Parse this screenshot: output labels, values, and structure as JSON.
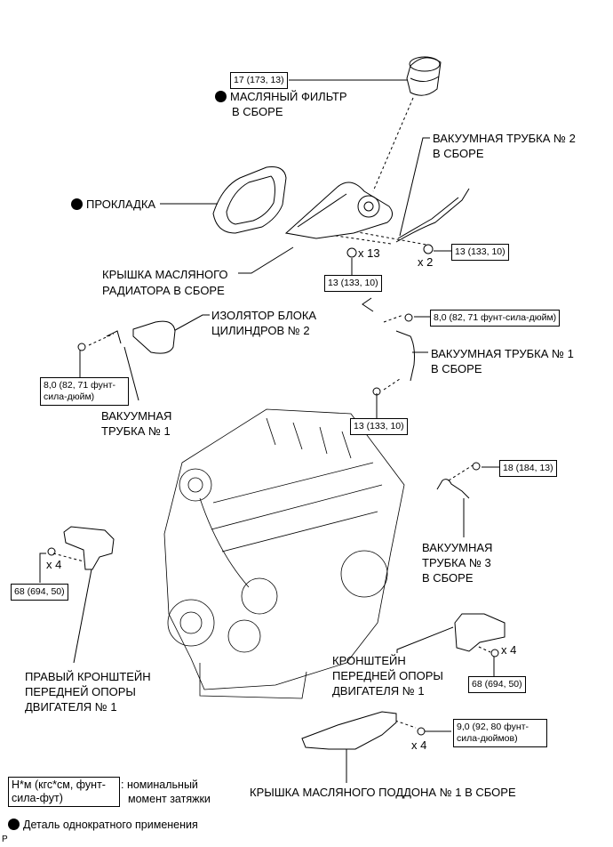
{
  "diagram": {
    "type": "exploded-parts-diagram",
    "parts": {
      "oil_filter": {
        "label_line1": "МАСЛЯНЫЙ ФИЛЬТР",
        "label_line2": "В СБОРЕ",
        "single_use": true,
        "torque": "17 (173, 13)"
      },
      "gasket": {
        "label": "ПРОКЛАДКА",
        "single_use": true
      },
      "vacuum_pipe_2": {
        "label_line1": "ВАКУУМНАЯ ТРУБКА № 2",
        "label_line2": "В СБОРЕ",
        "torque": "13 (133, 10)",
        "qty": "x 2"
      },
      "oil_cooler_cover": {
        "label_line1": "КРЫШКА МАСЛЯНОГО",
        "label_line2": "РАДИАТОРА В СБОРЕ",
        "torque": "13 (133, 10)",
        "qty": "x 13"
      },
      "block_insulator_2": {
        "label_line1": "ИЗОЛЯТОР БЛОКА",
        "label_line2": "ЦИЛИНДРОВ № 2"
      },
      "vacuum_pipe_1_small": {
        "label_line1": "ВАКУУМНАЯ",
        "label_line2": "ТРУБКА № 1",
        "torque_line1": "8,0 (82, 71 фунт-",
        "torque_line2": "сила-дюйм)"
      },
      "vacuum_pipe_1_assy": {
        "label_line1": "ВАКУУМНАЯ ТРУБКА № 1",
        "label_line2": "В СБОРЕ",
        "torque_top": "8,0 (82, 71 фунт-сила-дюйм)",
        "torque_bottom": "13 (133, 10)"
      },
      "vacuum_pipe_3": {
        "label_line1": "ВАКУУМНАЯ",
        "label_line2": "ТРУБКА № 3",
        "label_line3": "В СБОРЕ",
        "torque": "18 (184, 13)"
      },
      "right_mount_bracket": {
        "label_line1": "ПРАВЫЙ КРОНШТЕЙН",
        "label_line2": "ПЕРЕДНЕЙ ОПОРЫ",
        "label_line3": "ДВИГАТЕЛЯ № 1",
        "torque": "68 (694, 50)",
        "qty": "x 4"
      },
      "front_mount_bracket": {
        "label_line1": "КРОНШТЕЙН",
        "label_line2": "ПЕРЕДНЕЙ ОПОРЫ",
        "label_line3": "ДВИГАТЕЛЯ № 1",
        "torque": "68 (694, 50)",
        "qty": "x 4"
      },
      "oil_pan_cover": {
        "label": "КРЫШКА МАСЛЯНОГО ПОДДОНА № 1 В СБОРЕ",
        "torque_line1": "9,0 (92, 80 фунт-",
        "torque_line2": "сила-дюймов)",
        "qty": "x 4"
      }
    },
    "legend": {
      "torque_units_line1": "Н*м (кгс*см, фунт-",
      "torque_units_line2": "сила-фут)",
      "torque_desc_line1": ": номинальный",
      "torque_desc_line2": "момент затяжки",
      "single_use": "Деталь однократного применения"
    },
    "corner_mark": "P"
  }
}
